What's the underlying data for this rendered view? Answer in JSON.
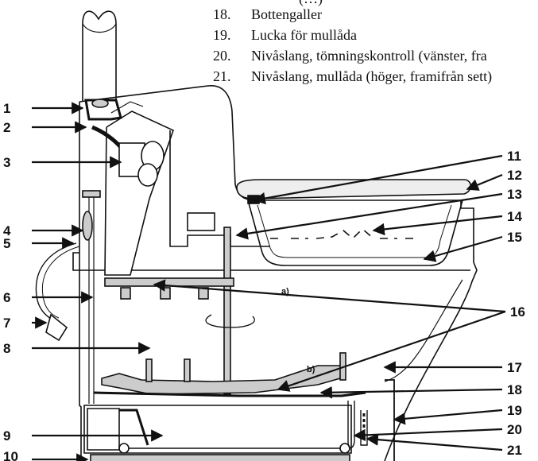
{
  "legend": {
    "items": [
      {
        "num": "18.",
        "text": "Bottengaller"
      },
      {
        "num": "19.",
        "text": "Lucka för mullåda"
      },
      {
        "num": "20.",
        "text": "Nivåslang, tömningskontroll (vänster, fra"
      },
      {
        "num": "21.",
        "text": "Nivåslang, mullåda (höger, framifrån sett)"
      }
    ],
    "top_partial": "(…)"
  },
  "labels": {
    "l1": "1",
    "l2": "2",
    "l3": "3",
    "l4": "4",
    "l5": "5",
    "l6": "6",
    "l7": "7",
    "l8": "8",
    "l9": "9",
    "l10": "10",
    "l11": "11",
    "l12": "12",
    "l13": "13",
    "l14": "14",
    "l15": "15",
    "l16": "16",
    "l17": "17",
    "l18": "18",
    "l19": "19",
    "l20": "20",
    "l21": "21",
    "a": "a)",
    "b": "b)"
  }
}
